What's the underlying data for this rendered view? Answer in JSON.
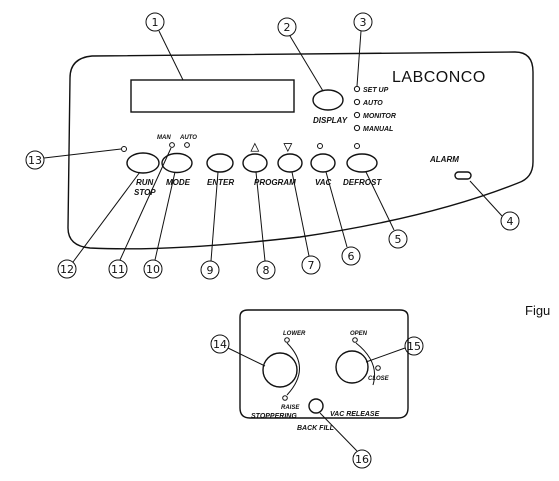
{
  "panel": {
    "brand": "LABCONCO",
    "display_label": "DISPLAY",
    "alarm_label": "ALARM",
    "status_leds": [
      "SET UP",
      "AUTO",
      "MONITOR",
      "MANUAL"
    ],
    "mode_indicators": [
      "MAN",
      "AUTO"
    ],
    "buttons": {
      "run_stop": [
        "RUN",
        "STOP"
      ],
      "mode": "MODE",
      "enter": "ENTER",
      "program": "PROGRAM",
      "vac": "VAC",
      "defrost": "DEFROST"
    },
    "arrows": {
      "up": "▲",
      "down": "▼"
    }
  },
  "lower_panel": {
    "lower": "LOWER",
    "raise": "RAISE",
    "stoppering": "STOPPERING",
    "open": "OPEN",
    "close": "CLOSE",
    "back_fill": "BACK FILL",
    "vac_release": "VAC RELEASE"
  },
  "callouts": [
    "1",
    "2",
    "3",
    "4",
    "5",
    "6",
    "7",
    "8",
    "9",
    "10",
    "11",
    "12",
    "13",
    "14",
    "15",
    "16"
  ],
  "figure_label": "Figu"
}
